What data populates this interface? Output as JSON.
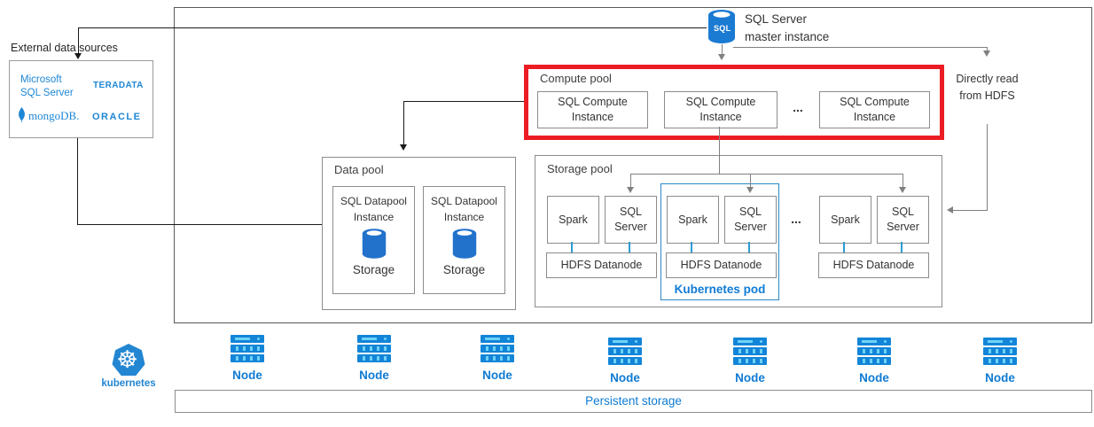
{
  "colors": {
    "accent_blue": "#0f7bd4",
    "logo_blue": "#1e87d5",
    "icon_blue": "#1285d8",
    "icon_accent": "#6fd2f6",
    "highlight_red": "#ec1c24",
    "pod_border": "#2b88c4",
    "connector_blue": "#2e9bd5",
    "line_gray": "#808080",
    "line_black": "#1a1a1a"
  },
  "external": {
    "title": "External data sources",
    "sources": {
      "mssql_line1": "Microsoft",
      "mssql_line2": "SQL Server",
      "teradata": "TERADATA",
      "mongodb": "mongoDB.",
      "oracle": "ORACLE"
    }
  },
  "master": {
    "icon_text": "SQL",
    "label": "SQL Server master instance"
  },
  "compute_pool": {
    "title": "Compute pool",
    "instances": [
      "SQL Compute Instance",
      "SQL Compute Instance",
      "SQL Compute Instance"
    ],
    "ellipsis": "..."
  },
  "data_pool": {
    "title": "Data pool",
    "instances": [
      {
        "label": "SQL Datapool Instance",
        "storage": "Storage"
      },
      {
        "label": "SQL Datapool Instance",
        "storage": "Storage"
      }
    ]
  },
  "storage_pool": {
    "title": "Storage pool",
    "ellipsis": "...",
    "pod_label": "Kubernetes pod",
    "groups": [
      {
        "spark": "Spark",
        "sql": "SQL Server",
        "hdfs": "HDFS Datanode"
      },
      {
        "spark": "Spark",
        "sql": "SQL Server",
        "hdfs": "HDFS Datanode"
      },
      {
        "spark": "Spark",
        "sql": "SQL Server",
        "hdfs": "HDFS Datanode"
      }
    ]
  },
  "hdfs_note": "Directly read from HDFS",
  "infrastructure": {
    "kubernetes_label": "kubernetes",
    "kubernetes_icon_glyph": "☸",
    "node_label": "Node",
    "node_count": 7,
    "persistent_storage": "Persistent storage"
  }
}
